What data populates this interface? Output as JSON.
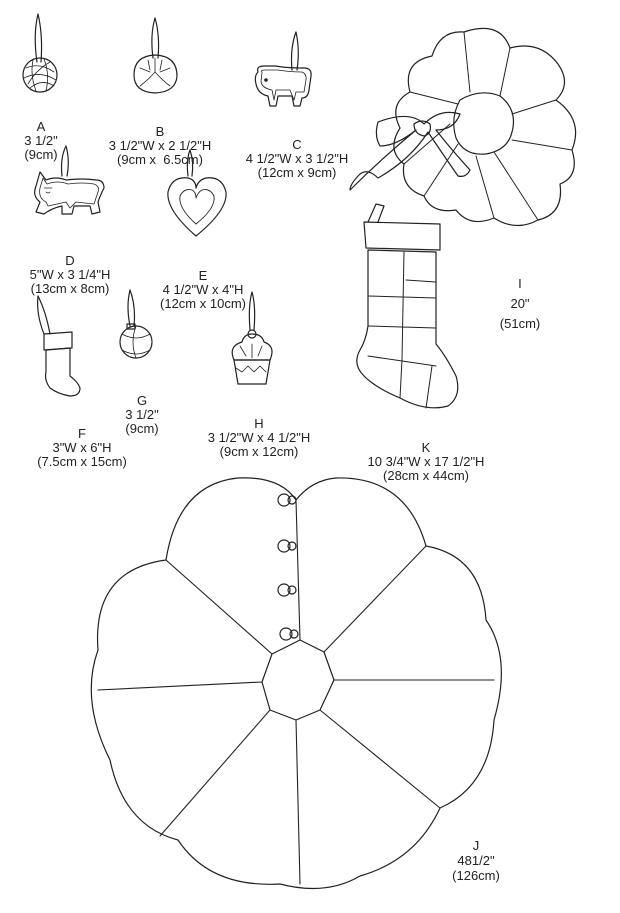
{
  "items": [
    {
      "letter": "A",
      "line1": "3 1/2\"",
      "line2": "(9cm)"
    },
    {
      "letter": "B",
      "line1": "3 1/2\"W x 2 1/2\"H",
      "line2": "(9cm x  6.5cm)"
    },
    {
      "letter": "C",
      "line1": "4 1/2\"W x 3 1/2\"H",
      "line2": "(12cm x 9cm)"
    },
    {
      "letter": "D",
      "line1": "5\"W x 3 1/4\"H",
      "line2": "(13cm x 8cm)"
    },
    {
      "letter": "E",
      "line1": "4 1/2\"W x 4\"H",
      "line2": "(12cm x 10cm)"
    },
    {
      "letter": "F",
      "line1": "3\"W x 6\"H",
      "line2": "(7.5cm x 15cm)"
    },
    {
      "letter": "G",
      "line1": "3 1/2\"",
      "line2": "(9cm)"
    },
    {
      "letter": "H",
      "line1": "3 1/2\"W x 4 1/2\"H",
      "line2": "(9cm x 12cm)"
    },
    {
      "letter": "I",
      "line1": "20\"",
      "line2": "(51cm)"
    },
    {
      "letter": "J",
      "line1": "481/2\"",
      "line2": "(126cm)"
    },
    {
      "letter": "K",
      "line1": "10 3/4\"W x 17 1/2\"H",
      "line2": "(28cm x 44cm)"
    }
  ]
}
